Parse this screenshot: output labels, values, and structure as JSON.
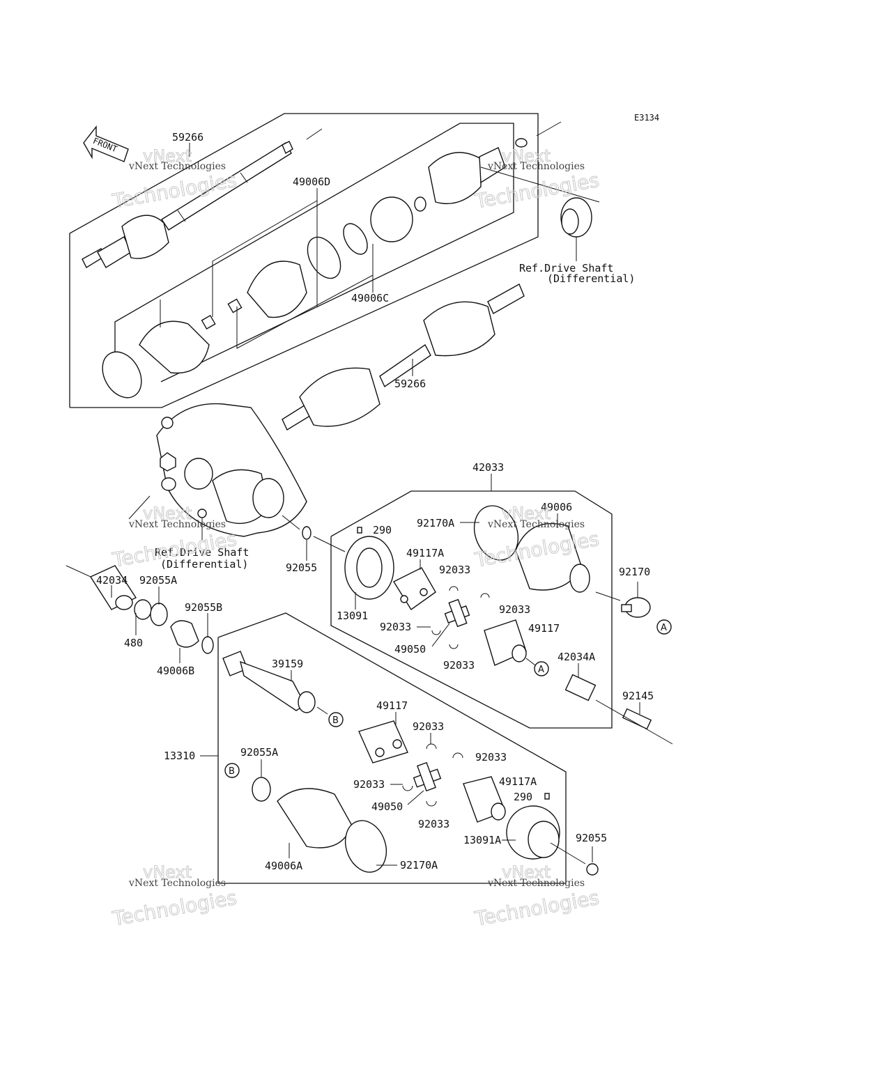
{
  "diagram_code": "E3134",
  "front_label": "FRONT",
  "watermark": {
    "brand": "vNext",
    "line": "vNext Technologies",
    "big": "Technologies"
  },
  "ref_drive_shaft": {
    "line1": "Ref.Drive Shaft",
    "line2": "(Differential)"
  },
  "parts": {
    "p59266_top": "59266",
    "p49006D": "49006D",
    "p49006C": "49006C",
    "p59266_mid": "59266",
    "p42033": "42033",
    "p290_a": "290",
    "p92170A_a": "92170A",
    "p49006": "49006",
    "p49117A_a": "49117A",
    "p92033_1": "92033",
    "p92033_2": "92033",
    "p92033_3": "92033",
    "p92033_4": "92033",
    "p13091": "13091",
    "p92170": "92170",
    "p49117_a": "49117",
    "p49050_a": "49050",
    "p42034A": "42034A",
    "p92145": "92145",
    "p42034": "42034",
    "p92055A_a": "92055A",
    "p92055B": "92055B",
    "p480": "480",
    "p49006B": "49006B",
    "p92055_a": "92055",
    "p39159": "39159",
    "p49117_b": "49117",
    "p92033_5": "92033",
    "p92033_6": "92033",
    "p92033_7": "92033",
    "p92033_8": "92033",
    "p13310": "13310",
    "p92055A_b": "92055A",
    "p49117A_b": "49117A",
    "p290_b": "290",
    "p49050_b": "49050",
    "p13091A": "13091A",
    "p92055_b": "92055",
    "p49006A": "49006A",
    "p92170A_b": "92170A"
  },
  "markers": {
    "A": "A",
    "B": "B"
  }
}
